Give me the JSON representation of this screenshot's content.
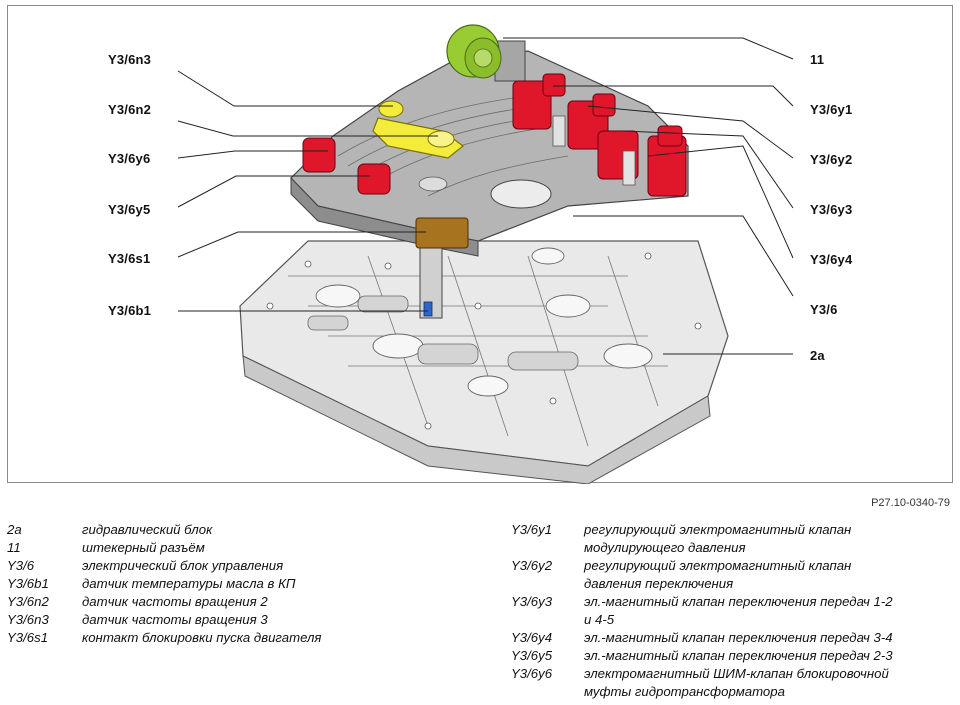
{
  "callouts_left": [
    {
      "code": "Y3/6n3"
    },
    {
      "code": "Y3/6n2"
    },
    {
      "code": "Y3/6y6"
    },
    {
      "code": "Y3/6y5"
    },
    {
      "code": "Y3/6s1"
    },
    {
      "code": "Y3/6b1"
    }
  ],
  "callouts_right": [
    {
      "code": "11"
    },
    {
      "code": "Y3/6y1"
    },
    {
      "code": "Y3/6y2"
    },
    {
      "code": "Y3/6y3"
    },
    {
      "code": "Y3/6y4"
    },
    {
      "code": "Y3/6"
    },
    {
      "code": "2a"
    }
  ],
  "figure_ref": "P27.10-0340-79",
  "legend_left": [
    {
      "code": "2a",
      "text": "гидравлический блок"
    },
    {
      "code": "11",
      "text": "штекерный разъём"
    },
    {
      "code": "Y3/6",
      "text": "электрический блок управления"
    },
    {
      "code": "Y3/6b1",
      "text": "датчик температуры масла в КП"
    },
    {
      "code": "Y3/6n2",
      "text": "датчик частоты вращения 2"
    },
    {
      "code": "Y3/6n3",
      "text": "датчик частоты вращения 3"
    },
    {
      "code": "Y3/6s1",
      "text": "контакт блокировки пуска двигателя"
    }
  ],
  "legend_right": [
    {
      "code": "Y3/6y1",
      "text": "регулирующий электромагнитный клапан\nмодулирующего давления"
    },
    {
      "code": "Y3/6y2",
      "text": "регулирующий электромагнитный клапан\nдавления переключения"
    },
    {
      "code": "Y3/6y3",
      "text": "эл.-магнитный клапан переключения передач 1-2\nи 4-5"
    },
    {
      "code": "Y3/6y4",
      "text": "эл.-магнитный клапан переключения передач 3-4"
    },
    {
      "code": "Y3/6y5",
      "text": "эл.-магнитный клапан переключения передач 2-3"
    },
    {
      "code": "Y3/6y6",
      "text": "электромагнитный ШИМ-клапан блокировочной\nмуфты гидротрансформатора"
    }
  ],
  "colors": {
    "solenoid_red": "#e0162b",
    "sensor_yellow": "#f3ec3a",
    "connector_green": "#98cc33",
    "contact_brown": "#a8731f",
    "temp_sensor_blue": "#2b66c9",
    "housing_gray": "#9a9a9a"
  }
}
